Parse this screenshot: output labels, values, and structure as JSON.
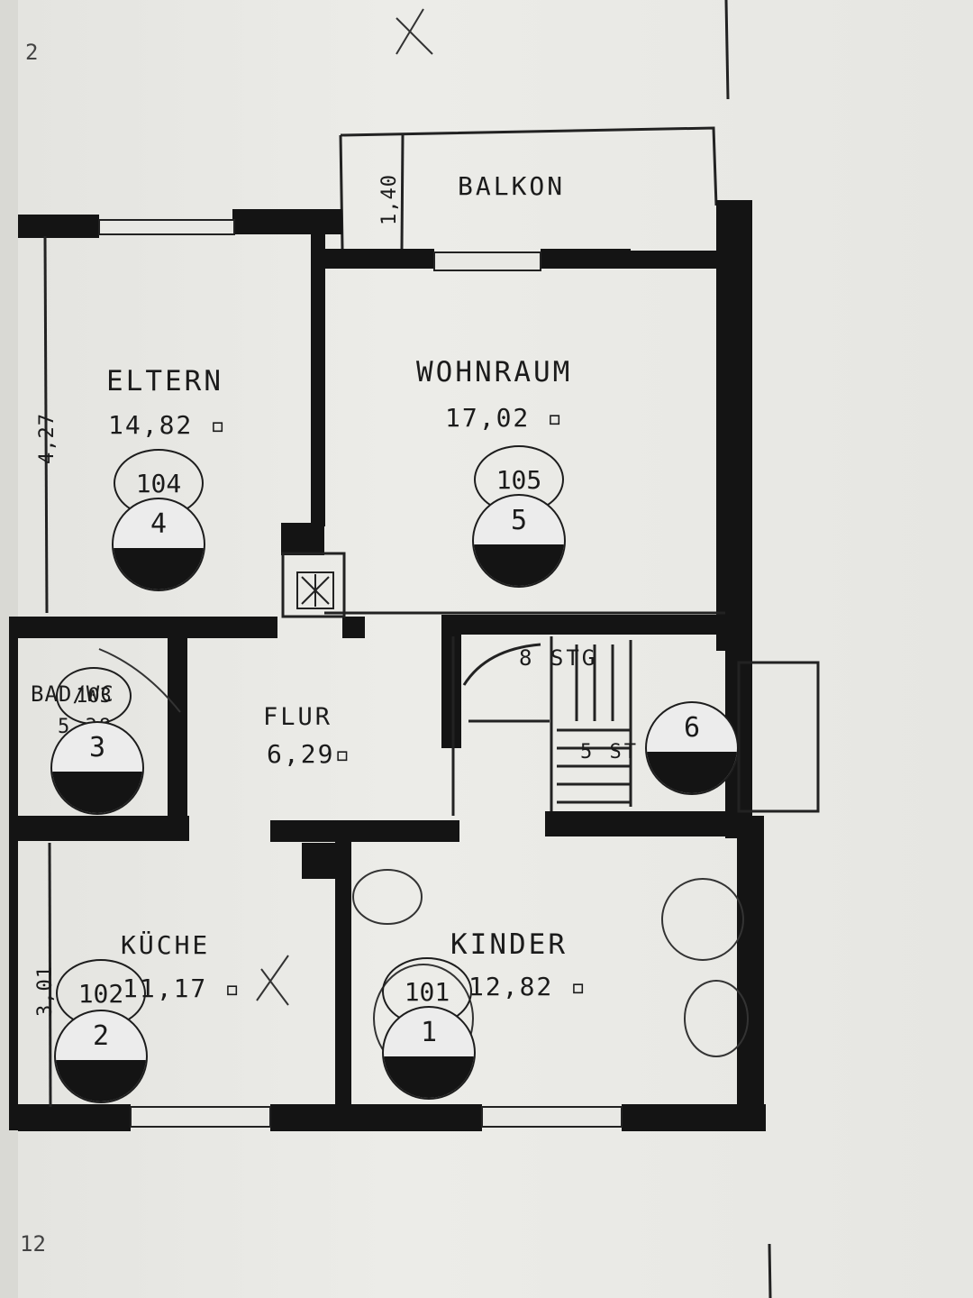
{
  "page_markers": {
    "top_left": "2",
    "bottom_left": "12"
  },
  "rooms": {
    "balkon": {
      "name": "BALKON",
      "dim": "1,40"
    },
    "eltern": {
      "name": "ELTERN",
      "area": "14,82 ▫",
      "dim": "4,27",
      "num_top": "104",
      "num_bottom": "4"
    },
    "wohnraum": {
      "name": "WOHNRAUM",
      "area": "17,02 ▫",
      "num_top": "105",
      "num_bottom": "5"
    },
    "bad": {
      "name": "BAD/WC",
      "area": "5,38",
      "num_top": "103",
      "num_bottom": "3"
    },
    "flur": {
      "name": "FLUR",
      "area": "6,29▫"
    },
    "treppe": {
      "upper": "8 STG",
      "lower": "5 ST",
      "num_bottom": "6"
    },
    "kueche": {
      "name": "KÜCHE",
      "area": "11,17 ▫",
      "dim": "3,01",
      "num_top": "102",
      "num_bottom": "2"
    },
    "kinder": {
      "name": "KINDER",
      "area": "12,82 ▫",
      "num_top": "101",
      "num_bottom": "1"
    }
  },
  "colors": {
    "wall": "#141414",
    "paper": "#ecece8"
  }
}
